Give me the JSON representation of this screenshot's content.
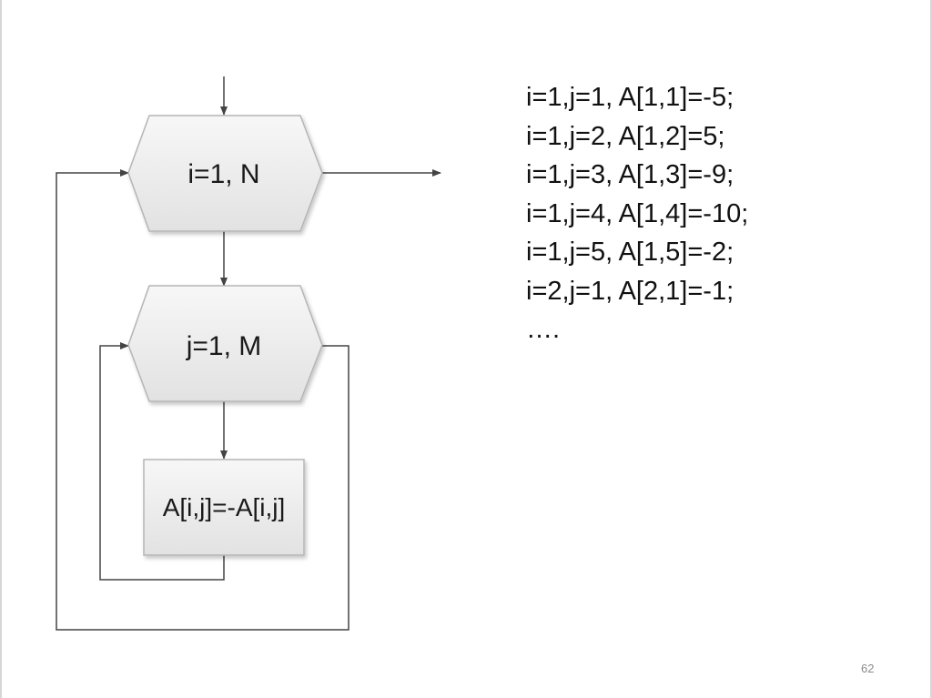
{
  "flowchart": {
    "outer_loop_label": "i=1, N",
    "inner_loop_label": "j=1, M",
    "process_label": "A[i,j]=-A[i,j]"
  },
  "trace": {
    "lines": [
      "i=1,j=1, A[1,1]=-5;",
      "i=1,j=2, A[1,2]=5;",
      "i=1,j=3, A[1,3]=-9;",
      "i=1,j=4, A[1,4]=-10;",
      "i=1,j=5, A[1,5]=-2;",
      "i=2,j=1, A[2,1]=-1;",
      "…."
    ]
  },
  "page": {
    "number": "62"
  }
}
